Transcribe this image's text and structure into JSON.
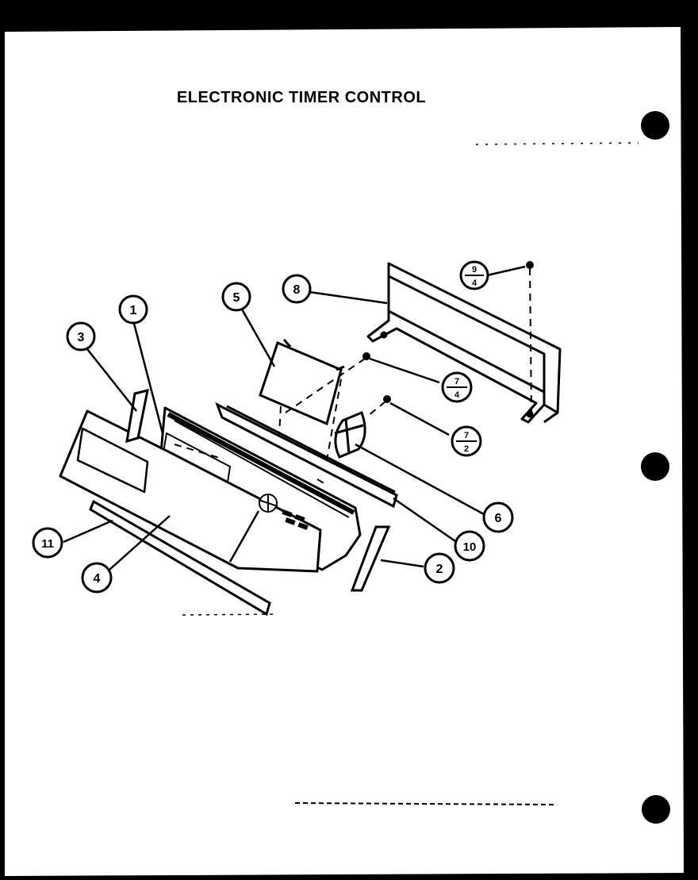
{
  "title": "ELECTRONIC TIMER CONTROL",
  "callouts": {
    "c1": "1",
    "c2": "2",
    "c3": "3",
    "c4": "4",
    "c5": "5",
    "c6": "6",
    "c8": "8",
    "c10": "10",
    "c11": "11",
    "f94_top": "9",
    "f94_bottom": "4",
    "f74_top": "7",
    "f74_bottom": "4",
    "f72_top": "7",
    "f72_bottom": "2"
  }
}
